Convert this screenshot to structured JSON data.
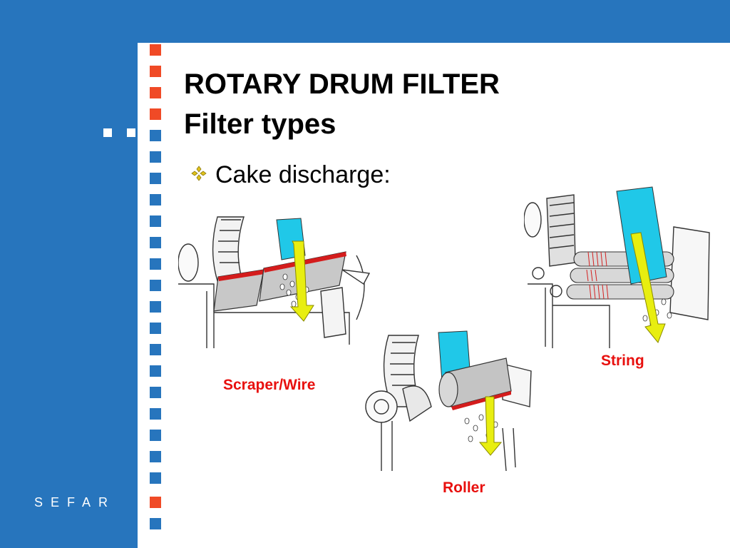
{
  "title": {
    "line1": "ROTARY DRUM FILTER",
    "line2": "Filter types"
  },
  "bullet": {
    "icon": "diamond-bullet-icon",
    "text": "Cake discharge:"
  },
  "captions": {
    "scraper": "Scraper/Wire",
    "roller": "Roller",
    "string": "String"
  },
  "brand": "SEFAR",
  "colors": {
    "brand_blue": "#2775bd",
    "accent_red": "#f04a26",
    "caption_red": "#e8100e",
    "cloth_cyan": "#20c8e8",
    "arrow_yellow": "#e8ee10"
  }
}
